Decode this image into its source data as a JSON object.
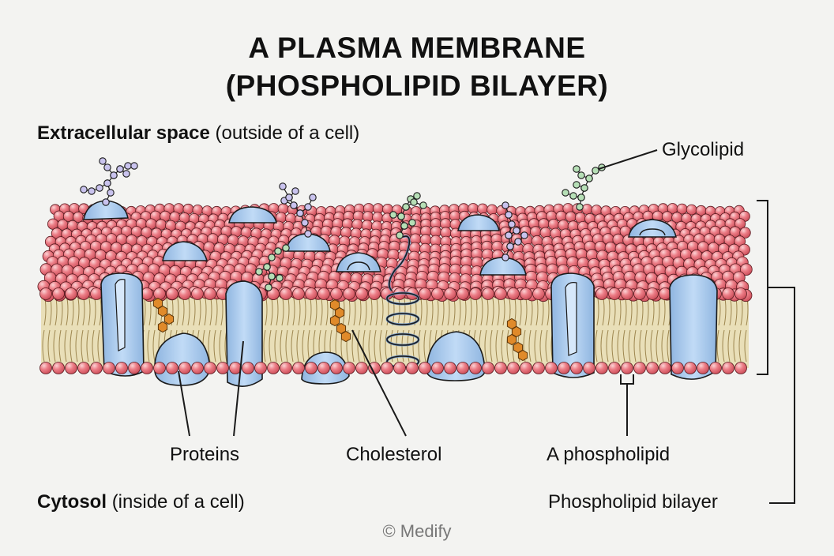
{
  "title": {
    "line1": "A PLASMA MEMBRANE",
    "line2": "(PHOSPHOLIPID BILAYER)"
  },
  "regions": {
    "extracellular": {
      "name": "Extracellular space",
      "note": "(outside of a cell)"
    },
    "cytosol": {
      "name": "Cytosol",
      "note": "(inside of a cell)"
    }
  },
  "labels": {
    "glycolipid": "Glycolipid",
    "proteins": "Proteins",
    "cholesterol": "Cholesterol",
    "phospholipid": "A phospholipid",
    "bilayer": "Phospholipid bilayer"
  },
  "copyright": "© Medify",
  "colors": {
    "lipid_head": "#e9727b",
    "lipid_head_shine": "#f9c7c9",
    "tail": "#b89a55",
    "protein": "#a9cbef",
    "protein_dark": "#7fa9d6",
    "cholesterol": "#e08a2a",
    "glyco_purple": "#c9c3ee",
    "glyco_green": "#b6dfb6",
    "outline": "#1a1a1a"
  }
}
